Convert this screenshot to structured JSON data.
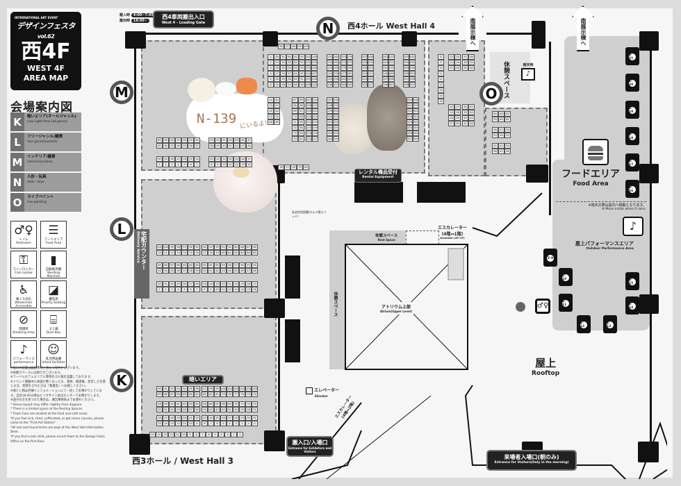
{
  "logo": {
    "event": "INTERNATIONAL ART EVENT",
    "name": "デザインフェスタ",
    "vol": "vol.62",
    "floor": "西4F",
    "en1": "WEST 4F",
    "en2": "AREA MAP"
  },
  "guide_title": "会場案内図",
  "areas": [
    {
      "letter": "K",
      "jp": "暗いエリア(オールジャンル)",
      "en": "Low-Light Area (all genre)"
    },
    {
      "letter": "L",
      "jp": "フリージャンル/雑貨",
      "en": "free genre/sundries"
    },
    {
      "letter": "M",
      "jp": "インテリア/雑貨",
      "en": "interior/sundries"
    },
    {
      "letter": "N",
      "jp": "人形・玩具",
      "en": "dolls・toys"
    },
    {
      "letter": "O",
      "jp": "ライブペイント",
      "en": "live-painting"
    }
  ],
  "icons": [
    {
      "name": "restroom",
      "jp": "トイレ",
      "en": "Restroom"
    },
    {
      "name": "food-area",
      "jp": "フードエリア",
      "en": "Food Area"
    },
    {
      "name": "coin-locker",
      "jp": "コインロッカー",
      "en": "Coin Locker"
    },
    {
      "name": "vending-machine",
      "jp": "自動販売機",
      "en": "Vending Machine"
    },
    {
      "name": "wheelchair",
      "jp": "車イス対応",
      "en": "Wheelchair Accessible"
    },
    {
      "name": "priority-seating",
      "jp": "優先席",
      "en": "Priority Seating"
    },
    {
      "name": "smoking-area",
      "jp": "喫煙所",
      "en": "Smoking Area"
    },
    {
      "name": "dust-box",
      "jp": "ゴミ箱",
      "en": "Dust Box"
    },
    {
      "name": "performance",
      "jp": "パフォーマンス",
      "en": "performance"
    },
    {
      "name": "infant-facilities",
      "jp": "乳児用設備",
      "en": "Infant facilities"
    }
  ],
  "notes": [
    "※当日の配置は図面事項と異なる場合がございます。",
    "※休憩スペースには限りがございます。",
    "※フードルカフェエリアに専用のゴミ箱を設置しております。",
    "※イベント開催中に体調が悪くなった方、発熱、擦過傷、息苦しさを感じる方、怪我をされた方は「救護室」へお越しください。",
    "※落とし物は西棟インフォメーションにて一括してお預かりしています。当日18:00以降はビッグサイト防災センターでお預かりします。",
    "※迷子の方を見つけた場合は、運営事務局までお連れください。",
    "* Venue layout may differ slightly from diagram.",
    "* There is a limited space at the Resting Spaces.",
    "* Trash Cans are located at the food and café areas.",
    "*If you feel sick, tired, suffocated, or get minor injuries, please come to the \"First-Aid Station\".",
    "*All lost and found items are kept at the West Hall Information Desk.",
    "*If you find a lost child, please escort them to the Design Festa Office on the first floor."
  ],
  "times": {
    "in_label": "搬入時",
    "in_time": "4:00~7:45",
    "out_label": "搬出時",
    "out_time": "18:00~"
  },
  "loading_gate": {
    "jp": "西4車両搬出入口",
    "en": "West 4 - Loading Gate"
  },
  "hall4": "西4ホール West Hall 4",
  "hall3": "西3ホール / West Hall 3",
  "to_south": "南展示棟へ",
  "markers": [
    "M",
    "L",
    "K",
    "N",
    "O"
  ],
  "rental": {
    "jp": "レンタル備品受付",
    "en": "Rental Equipment"
  },
  "delivery": {
    "jp": "宅配カウンター",
    "en": "Delivery Service"
  },
  "dark_area": "暗いエリア",
  "rest_space": {
    "jp": "休憩スペース",
    "en": "Rest Space"
  },
  "rain": "雨天時",
  "nursing": "乳幼児用設備(オムツ替えベッド)",
  "escalator": {
    "jp": "エスカレーター",
    "floors": "(4階↔1階)",
    "en": "Escalator (4F↔1F)"
  },
  "escalator2": {
    "jp": "エスカレーター",
    "floors": "(4階↔2階)"
  },
  "elevator": {
    "jp": "エレベーター",
    "en": "Elevator"
  },
  "atrium": {
    "jp": "アトリウム上部",
    "en": "Atrium(Upper Level)"
  },
  "food": {
    "jp": "フードエリア",
    "en": "Food Area",
    "rain_jp": "※雨天の際は屋内へ移動となります。",
    "rain_en": "※ Move inside when it rains."
  },
  "outdoor": {
    "jp": "屋上パフォーマンスエリア",
    "en": "Outdoor Performance Area"
  },
  "rooftop": {
    "jp": "屋上",
    "en": "Rooftop"
  },
  "entrance1": {
    "jp": "搬入口/入場口",
    "en": "Entrance for Exhibitors and Visitors"
  },
  "entrance2": {
    "jp": "来場者入場口(朝のみ)",
    "en": "Entrance for Visitors(Only in the morning)"
  },
  "z_tables": [
    "Z-21",
    "Z-20",
    "Z-19",
    "Z-18",
    "Z-17",
    "Z-16",
    "Z-9",
    "Z-10",
    "Z-11",
    "Z-12",
    "Z-13",
    "Z-14",
    "Z-15"
  ],
  "sticker": {
    "booth": "N-139",
    "text": "にいるよ!!"
  },
  "booth_blocks": [
    {
      "rows": [
        [
          60,
          59,
          58,
          57,
          56,
          55,
          54
        ],
        [
          31,
          32,
          33,
          34,
          35,
          36,
          37
        ]
      ]
    },
    {
      "rows": [
        [
          30,
          29,
          28,
          27,
          26,
          25,
          24
        ],
        [
          1,
          2,
          3,
          4,
          5,
          6,
          7
        ]
      ]
    },
    {
      "rows": [
        [
          53,
          52,
          51,
          50,
          49,
          48,
          47
        ],
        [
          38,
          39,
          40,
          41,
          42,
          43,
          44
        ]
      ]
    },
    {
      "rows": [
        [
          23,
          22,
          21,
          20,
          19,
          18,
          17
        ],
        [
          8,
          9,
          10,
          11,
          12,
          13,
          14
        ]
      ]
    },
    {
      "rows": [
        [
          101,
          100,
          99,
          98,
          97,
          96,
          95
        ],
        [
          70,
          71,
          72,
          73,
          74,
          75,
          76
        ]
      ]
    },
    {
      "rows": [
        [
          94,
          93,
          92,
          91,
          90,
          89,
          88,
          87,
          86
        ],
        [
          77,
          78,
          79,
          80,
          81,
          82,
          83,
          84,
          85
        ]
      ]
    },
    {
      "rows": [
        [
          69,
          68,
          67,
          66,
          65,
          64,
          63
        ],
        [
          33,
          34,
          35,
          36,
          37,
          38,
          39
        ]
      ]
    },
    {
      "rows": [
        [
          62,
          61,
          60,
          59,
          58,
          57,
          56,
          55,
          54
        ],
        [
          40,
          41,
          42,
          43,
          44,
          45,
          46,
          47,
          48
        ]
      ]
    },
    {
      "rows": [
        [
          32,
          31,
          30,
          29,
          28,
          27,
          26
        ],
        [
          1,
          2,
          3,
          4,
          5,
          6,
          7
        ]
      ]
    },
    {
      "rows": [
        [
          25,
          24,
          23,
          22,
          21,
          20,
          19,
          18,
          17
        ],
        [
          8,
          9,
          10,
          11,
          12,
          13,
          14,
          15,
          16
        ]
      ]
    },
    {
      "rows": [
        [
          90,
          91,
          92,
          93,
          94,
          95,
          96
        ],
        [
          89,
          88,
          87,
          86,
          85,
          84,
          83
        ]
      ]
    },
    {
      "rows": [
        [
          97,
          98,
          99,
          100,
          101,
          102,
          103,
          104,
          105
        ],
        [
          82,
          81,
          80,
          79,
          78,
          77,
          76,
          75,
          74
        ]
      ]
    },
    {
      "rows": [
        [
          58,
          59,
          60,
          61,
          62,
          63,
          64
        ],
        [
          52,
          51,
          50,
          49,
          48,
          47,
          46
        ]
      ]
    },
    {
      "rows": [
        [
          65,
          66,
          67,
          68,
          69,
          70,
          71,
          72,
          73
        ],
        [
          45,
          44,
          43,
          42,
          41,
          40,
          39,
          38,
          37
        ]
      ]
    },
    {
      "rows": [
        [
          16,
          17,
          18,
          19,
          20,
          21,
          22
        ],
        [
          15,
          14,
          13,
          12,
          11,
          10,
          9
        ]
      ]
    },
    {
      "rows": [
        [
          23,
          24,
          25,
          26,
          27,
          28,
          29,
          30,
          31
        ],
        [
          8,
          7,
          6,
          5,
          4,
          3,
          2,
          1,
          0
        ]
      ]
    },
    {
      "rows": [
        [
          1,
          30
        ],
        [
          2,
          29
        ],
        [
          3,
          28
        ],
        [
          4,
          27
        ],
        [
          5,
          26
        ],
        [
          6,
          25
        ]
      ]
    },
    {
      "rows": [
        [
          31,
          60
        ],
        [
          32,
          59
        ],
        [
          33,
          58
        ],
        [
          34,
          57
        ],
        [
          35,
          56
        ],
        [
          36,
          55
        ]
      ]
    },
    {
      "rows": [
        [
          61,
          95
        ],
        [
          62,
          94
        ],
        [
          63,
          93
        ],
        [
          64,
          92
        ],
        [
          65,
          91
        ],
        [
          66,
          90
        ]
      ]
    },
    {
      "rows": [
        [
          101,
          130
        ],
        [
          102,
          129
        ],
        [
          103,
          128
        ],
        [
          104,
          127
        ],
        [
          105,
          126
        ],
        [
          106,
          125
        ]
      ]
    },
    {
      "rows": [
        [
          131,
          162
        ],
        [
          132,
          161
        ],
        [
          133,
          160
        ],
        [
          134,
          159
        ],
        [
          135,
          158
        ],
        [
          136,
          157
        ]
      ]
    },
    {
      "rows": [
        [
          174,
          178
        ],
        [
          175,
          179
        ],
        [
          176,
          180
        ],
        [
          177,
          181
        ],
        [
          182,
          183
        ],
        [
          184,
          185
        ]
      ]
    },
    {
      "rows": [
        [
          207,
          208
        ],
        [
          206,
          209
        ],
        [
          205,
          210
        ],
        [
          204,
          211
        ],
        [
          203,
          212
        ],
        [
          202,
          213
        ]
      ]
    },
    {
      "rows": [
        [
          243,
          272
        ],
        [
          244,
          271
        ],
        [
          245,
          270
        ],
        [
          246,
          269
        ],
        [
          247,
          268
        ],
        [
          248,
          267
        ]
      ]
    },
    {
      "rows": [
        [
          303,
          332
        ],
        [
          304,
          331
        ],
        [
          305,
          330
        ],
        [
          306,
          329
        ],
        [
          307,
          328
        ],
        [
          308,
          327
        ]
      ]
    },
    {
      "rows": [
        [
          12,
          40
        ],
        [
          13,
          43
        ],
        [
          14,
          44
        ],
        [
          15,
          45
        ],
        [
          16,
          46
        ]
      ]
    },
    {
      "rows": [
        [
          67,
          89
        ],
        [
          68,
          88
        ],
        [
          69,
          87
        ],
        [
          70,
          86
        ],
        [
          71,
          85
        ],
        [
          72,
          84
        ],
        [
          73,
          83
        ],
        [
          74,
          82
        ]
      ]
    },
    {
      "rows": [
        [
          107,
          124
        ],
        [
          108,
          123
        ],
        [
          109,
          122
        ],
        [
          110,
          121
        ],
        [
          111,
          120
        ],
        [
          112,
          119
        ],
        [
          113,
          118
        ],
        [
          114,
          117
        ]
      ]
    },
    {
      "rows": [
        [
          137,
          156
        ],
        [
          138,
          155
        ],
        [
          139,
          154
        ],
        [
          140,
          153
        ],
        [
          141,
          152
        ],
        [
          142,
          151
        ],
        [
          143,
          150
        ],
        [
          144,
          149
        ]
      ]
    },
    {
      "rows": [
        [
          320,
          338
        ],
        [
          321,
          339
        ],
        [
          322,
          340
        ],
        [
          323,
          341
        ],
        [
          324,
          342
        ],
        [
          325,
          343
        ],
        [
          326,
          344
        ],
        [
          327,
          345
        ]
      ]
    },
    {
      "rows": [
        [
          8
        ],
        [
          9
        ],
        [
          10
        ],
        [
          11
        ],
        [
          12
        ],
        [
          13
        ],
        [
          14
        ],
        [
          15
        ],
        [
          16
        ]
      ]
    },
    {
      "rows": [
        [
          23,
          24
        ],
        [
          22,
          25
        ],
        [
          21,
          26
        ]
      ]
    },
    {
      "rows": [
        [
          37,
          38
        ],
        [
          36,
          39
        ],
        [
          35,
          40
        ]
      ]
    },
    {
      "rows": [
        [
          20,
          27
        ],
        [
          19,
          28
        ],
        [
          18,
          29
        ],
        [
          17,
          30
        ]
      ]
    },
    {
      "rows": [
        [
          34,
          41
        ],
        [
          33,
          42
        ],
        [
          32,
          43
        ],
        [
          31,
          44
        ]
      ]
    },
    {
      "rows": [
        [
          64,
          63,
          62
        ],
        [
          59,
          60,
          61
        ]
      ]
    },
    {
      "rows": [
        [
          58,
          57,
          56
        ],
        [
          53,
          54,
          55
        ]
      ]
    },
    {
      "rows": [
        [
          52,
          51,
          50
        ],
        [
          46,
          47,
          48
        ]
      ]
    },
    {
      "rows": [
        [
          96,
          97,
          98,
          99,
          100
        ]
      ]
    },
    {
      "rows": [
        [
          76,
          77,
          78,
          79,
          80
        ]
      ]
    },
    {
      "rows": [
        [
          15,
          14,
          13,
          12,
          11,
          10,
          9,
          8,
          7,
          6,
          5,
          4,
          3,
          2,
          1
        ]
      ]
    }
  ]
}
